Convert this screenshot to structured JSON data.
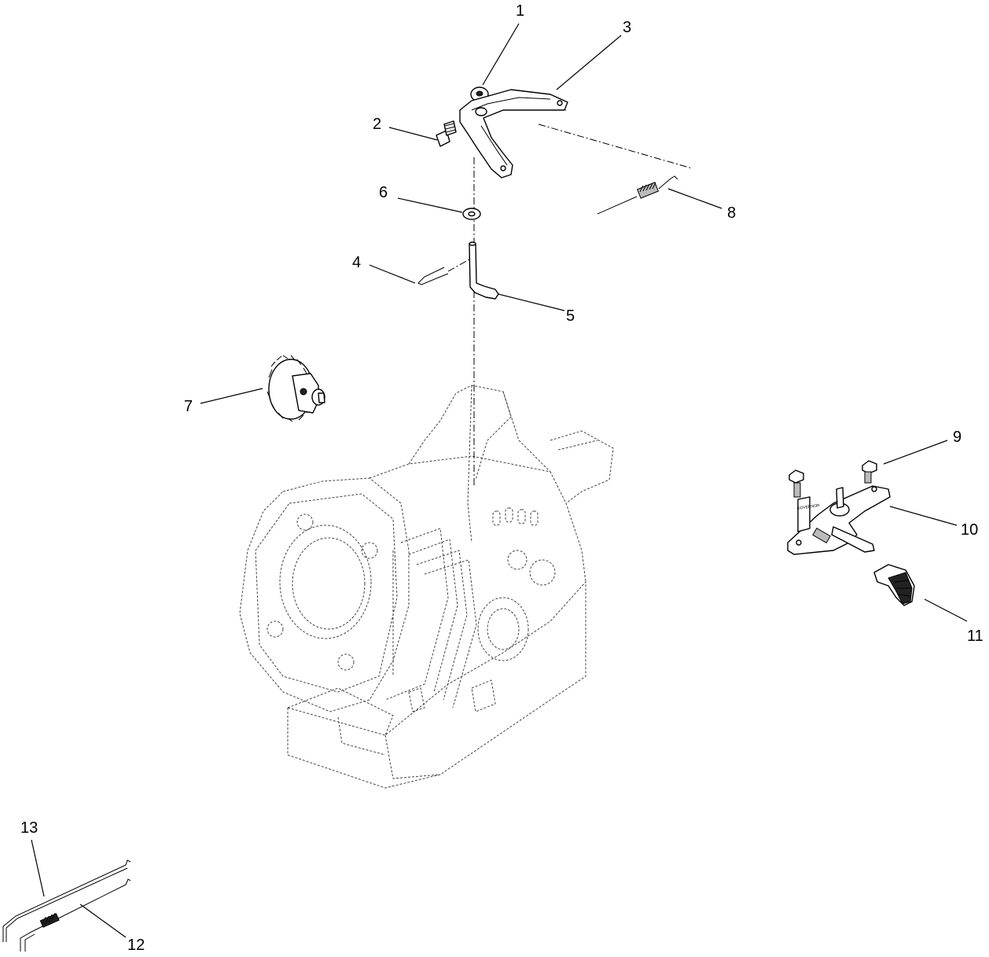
{
  "callouts": {
    "c1": "1",
    "c2": "2",
    "c3": "3",
    "c4": "4",
    "c5": "5",
    "c6": "6",
    "c7": "7",
    "c8": "8",
    "c9": "9",
    "c10": "10",
    "c11": "11",
    "c12": "12",
    "c13": "13"
  },
  "decal_text": "GOVERNOR"
}
